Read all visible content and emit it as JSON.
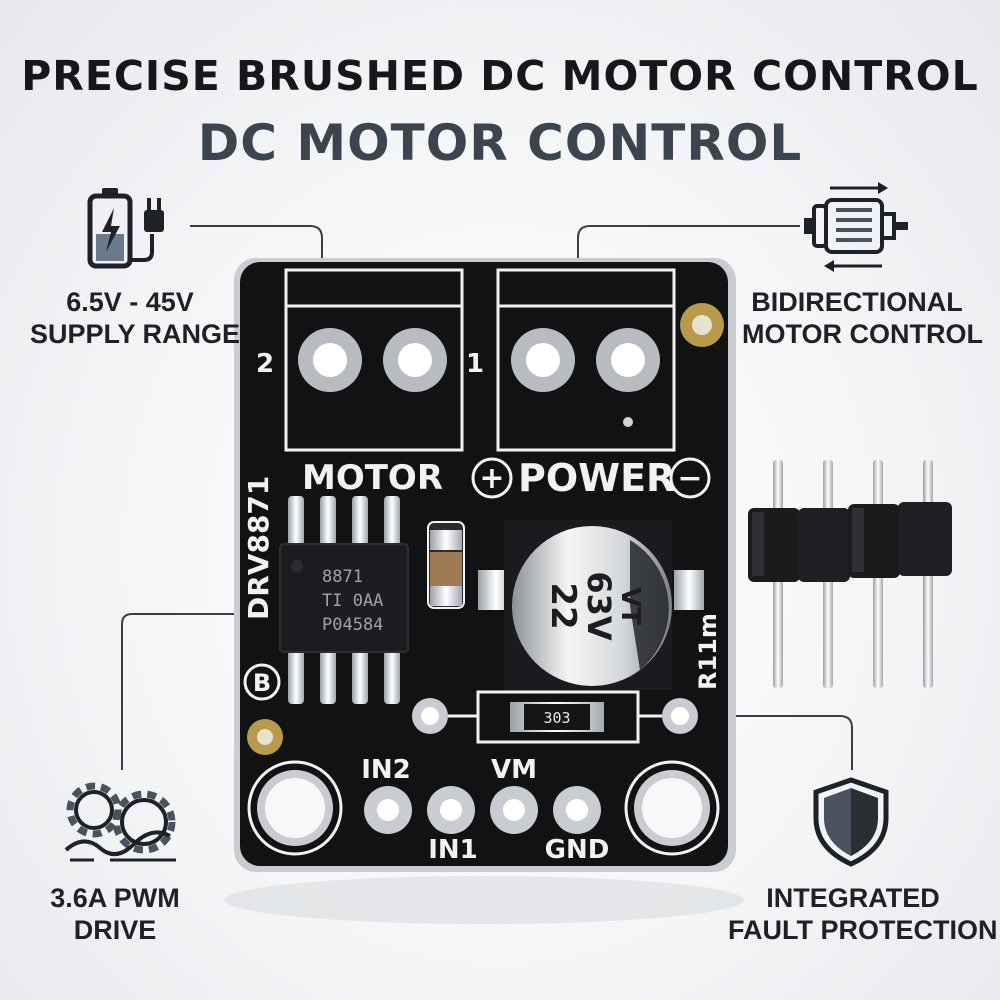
{
  "header": {
    "title_line1": "PRECISE BRUSHED DC MOTOR CONTROL",
    "title_line2": "DC MOTOR CONTROL"
  },
  "features": {
    "supply": {
      "line1": "6.5V - 45V",
      "line2": "SUPPLY RANGE",
      "icon": "battery-plug-icon"
    },
    "bidirectional": {
      "line1": "BIDIRECTIONAL",
      "line2": "MOTOR CONTROL",
      "icon": "motor-arrows-icon"
    },
    "pwm": {
      "line1": "3.6A PWM",
      "line2": "DRIVE",
      "icon": "gears-icon"
    },
    "fault": {
      "line1": "INTEGRATED",
      "line2": "FAULT PROTECTION",
      "icon": "shield-icon"
    }
  },
  "board": {
    "motor_label": "MOTOR",
    "power_label": "POWER",
    "plus_symbol": "+",
    "minus_symbol": "−",
    "terminal_2": "2",
    "terminal_1": "1",
    "chip_name": "DRV8871",
    "chip_marking_1": "8871",
    "chip_marking_2": "TI 0AA",
    "chip_marking_3": "P04584",
    "capacitor_line1": "VT",
    "capacitor_line2": "63V",
    "capacitor_line3": "22",
    "resistor_label": "R11m",
    "resistor_code": "303",
    "logo_letter": "B",
    "pins": {
      "in2": "IN2",
      "vm": "VM",
      "in1": "IN1",
      "gnd": "GND"
    }
  },
  "colors": {
    "pcb": "#111214",
    "silkscreen": "#f2f2f2",
    "title_dark": "#15171a",
    "title_gray": "#3c4450",
    "icon_gray": "#4a5260",
    "callout_line": "#3a3f46"
  }
}
